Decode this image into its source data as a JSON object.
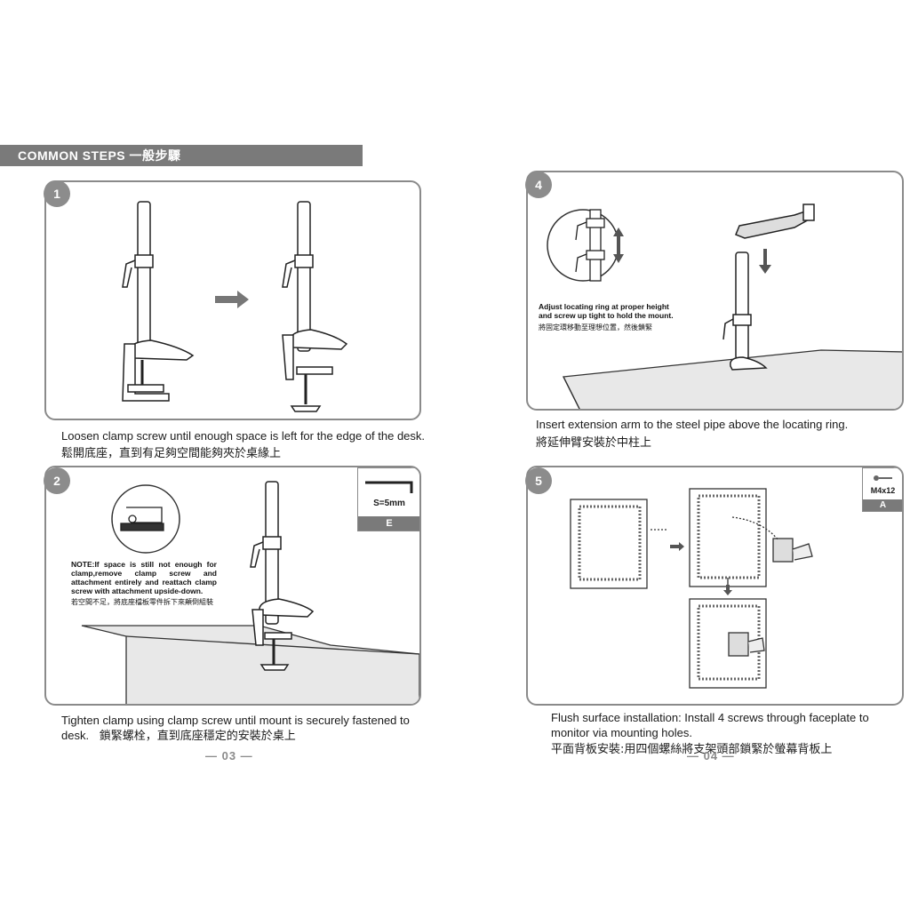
{
  "banner": {
    "title": "COMMON  STEPS 一般步驟"
  },
  "steps": [
    {
      "number": "1",
      "caption_en": "Loosen clamp screw until enough space is left for the edge of the desk.",
      "caption_zh": "鬆開底座，直到有足夠空間能夠夾於桌緣上"
    },
    {
      "number": "2",
      "note_en": "NOTE:If space is still not enough for clamp,remove clamp screw and attachment entirely and reattach clamp screw with attachment upside-down.",
      "note_zh": "若空間不足，將底座檔板零件拆下來顛倒組裝",
      "tool_label": "S=5mm",
      "tool_letter": "E",
      "caption_en": "Tighten clamp using clamp screw until mount is securely fastened to desk.",
      "caption_zh": "鎖緊螺栓，直到底座穩定的安裝於桌上"
    },
    {
      "number": "4",
      "note_en": "Adjust locating ring at proper height and screw up tight to hold the mount.",
      "note_zh": "將固定環移動至理想位置，然後鎖緊",
      "caption_en": "Insert extension arm to the steel pipe above the locating ring.",
      "caption_zh": "將延伸臂安裝於中柱上"
    },
    {
      "number": "5",
      "screw_label": "M4x12",
      "screw_letter": "A",
      "caption_en": "Flush surface installation: Install 4 screws through faceplate to monitor via mounting holes.",
      "caption_zh": "平面背板安裝:用四個螺絲將支架頭部鎖緊於螢幕背板上"
    }
  ],
  "page_numbers": {
    "left": "— 03 —",
    "right": "— 04 —"
  }
}
